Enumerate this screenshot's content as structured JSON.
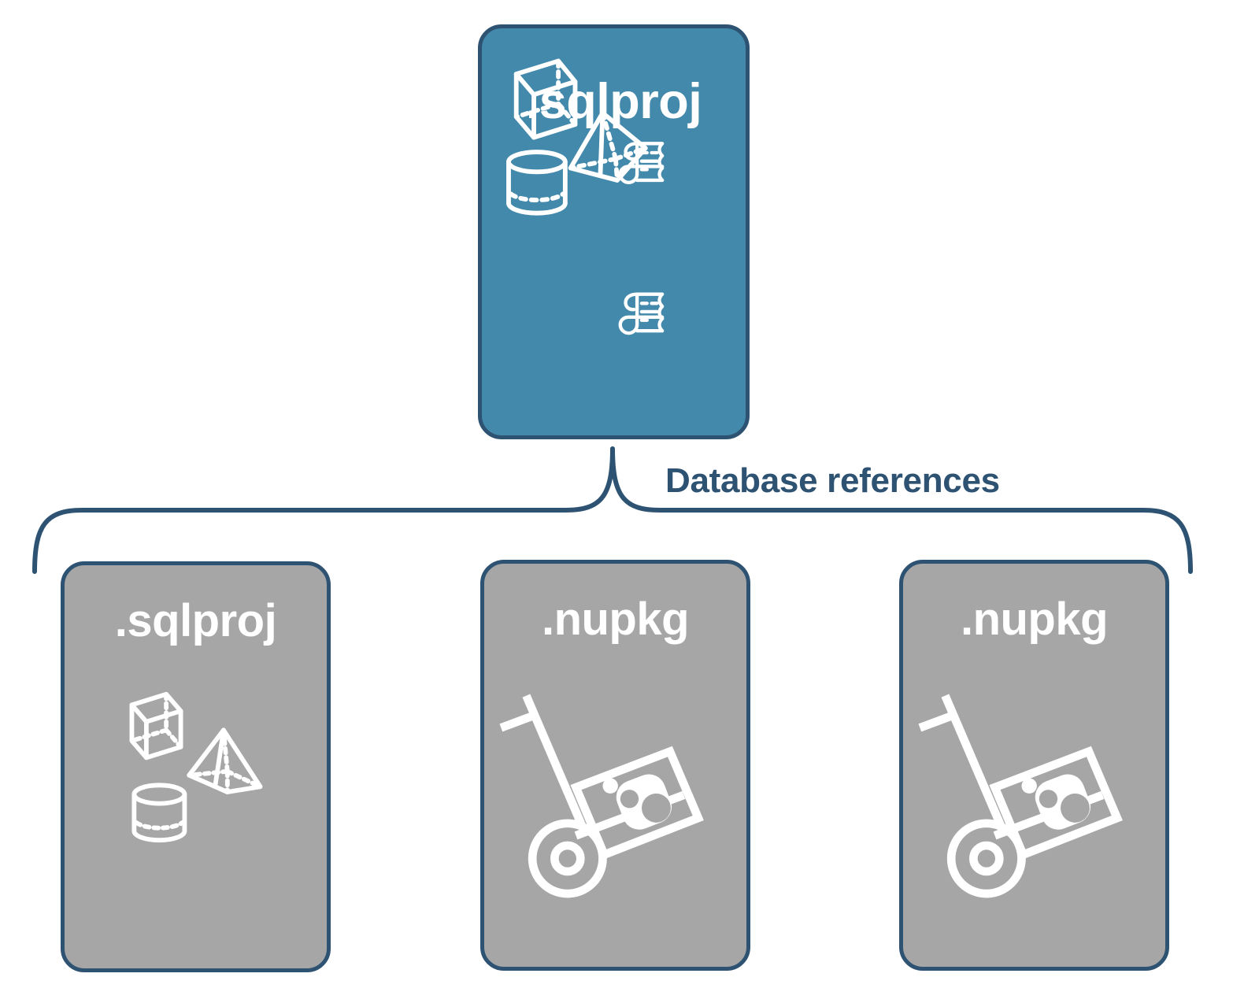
{
  "diagram": {
    "title_text_root": ".sqlproj",
    "connector_label": "Database references",
    "colors": {
      "root_fill": "#4389AC",
      "reference_fill": "#A6A6A6",
      "stroke": "#2D5272",
      "icon": "#FFFFFF",
      "background": "#FFFFFF"
    }
  },
  "root_node": {
    "label": ".sqlproj",
    "icons": [
      "cube-icon",
      "pyramid-icon",
      "cylinder-icon",
      "script-scroll-icon",
      "script-scroll-icon"
    ]
  },
  "connector": {
    "label": "Database references",
    "type": "curly-brace"
  },
  "reference_nodes": [
    {
      "label": ".sqlproj",
      "icon_set": "database-objects",
      "icons": [
        "cube-icon",
        "pyramid-icon",
        "cylinder-icon"
      ]
    },
    {
      "label": ".nupkg",
      "icon_set": "nuget-package",
      "icons": [
        "hand-truck-package-icon"
      ]
    },
    {
      "label": ".nupkg",
      "icon_set": "nuget-package",
      "icons": [
        "hand-truck-package-icon"
      ]
    }
  ]
}
